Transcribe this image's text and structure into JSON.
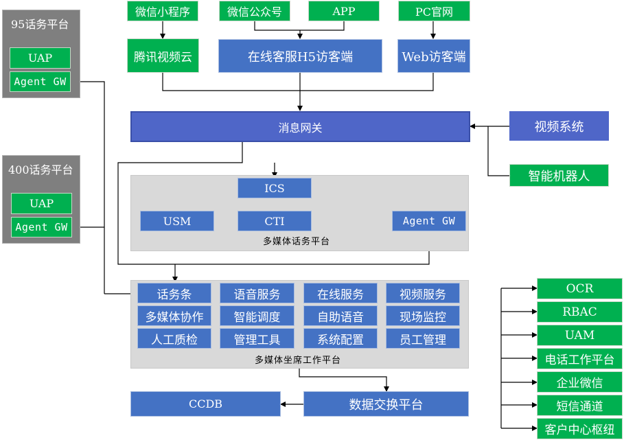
{
  "colors": {
    "green": "#00b050",
    "blue": "#4472c4",
    "indigo": "#4f66c8",
    "dark_gray": "#7f7f7f",
    "light_gray": "#d9d9d9",
    "line": "#000000"
  },
  "platform_95": {
    "title": "95话务平台",
    "uap": "UAP",
    "agent_gw": "Agent GW"
  },
  "platform_400": {
    "title": "400话务平台",
    "uap": "UAP",
    "agent_gw": "Agent GW"
  },
  "channels": {
    "wechat_mini": "微信小程序",
    "wechat_official": "微信公众号",
    "app": "APP",
    "pc_site": "PC官网",
    "tencent_video": "腾讯视频云",
    "h5_client": "在线客服H5访客端",
    "web_client": "Web访客端"
  },
  "message_gateway": "消息网关",
  "video_system": "视频系统",
  "smart_robot": "智能机器人",
  "multimedia_call_platform": {
    "caption": "多媒体话务平台",
    "ics": "ICS",
    "usm": "USM",
    "cti": "CTI",
    "agent_gw": "Agent GW"
  },
  "agent_workbench": {
    "caption": "多媒体坐席工作平台",
    "modules": [
      [
        "话务条",
        "语音服务",
        "在线服务",
        "视频服务"
      ],
      [
        "多媒体协作",
        "智能调度",
        "自助语音",
        "现场监控"
      ],
      [
        "人工质检",
        "管理工具",
        "系统配置",
        "员工管理"
      ]
    ]
  },
  "ccdb": "CCDB",
  "data_exchange": "数据交换平台",
  "external_services": [
    "OCR",
    "RBAC",
    "UAM",
    "电话工作平台",
    "企业微信",
    "短信通道",
    "客户中心枢纽"
  ]
}
